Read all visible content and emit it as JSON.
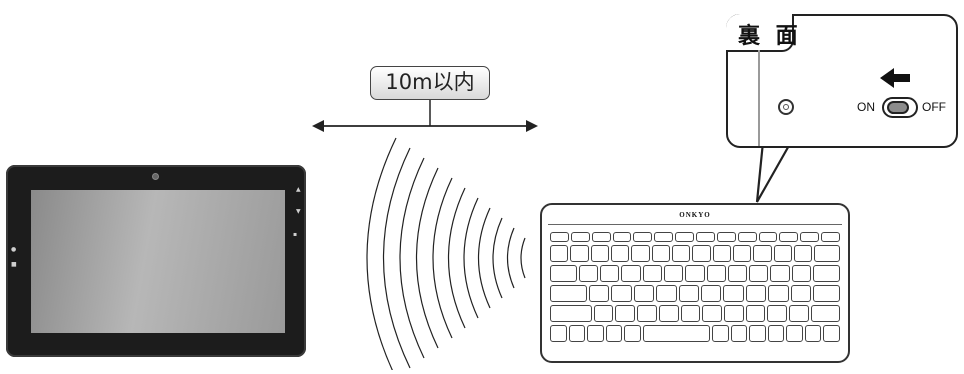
{
  "range_label": "10m以内",
  "callout": {
    "title": "裏 面",
    "on_label": "ON",
    "off_label": "OFF"
  },
  "keyboard": {
    "brand": "ONKYO"
  },
  "colors": {
    "tablet_body": "#1c1c1c",
    "tablet_screen": "#a5a5a5",
    "outline": "#222222"
  },
  "icons": [
    "tablet-device",
    "wireless-waves-icon",
    "double-arrow-icon",
    "left-arrow-icon",
    "power-switch",
    "reset-hole-icon",
    "keyboard-device"
  ]
}
